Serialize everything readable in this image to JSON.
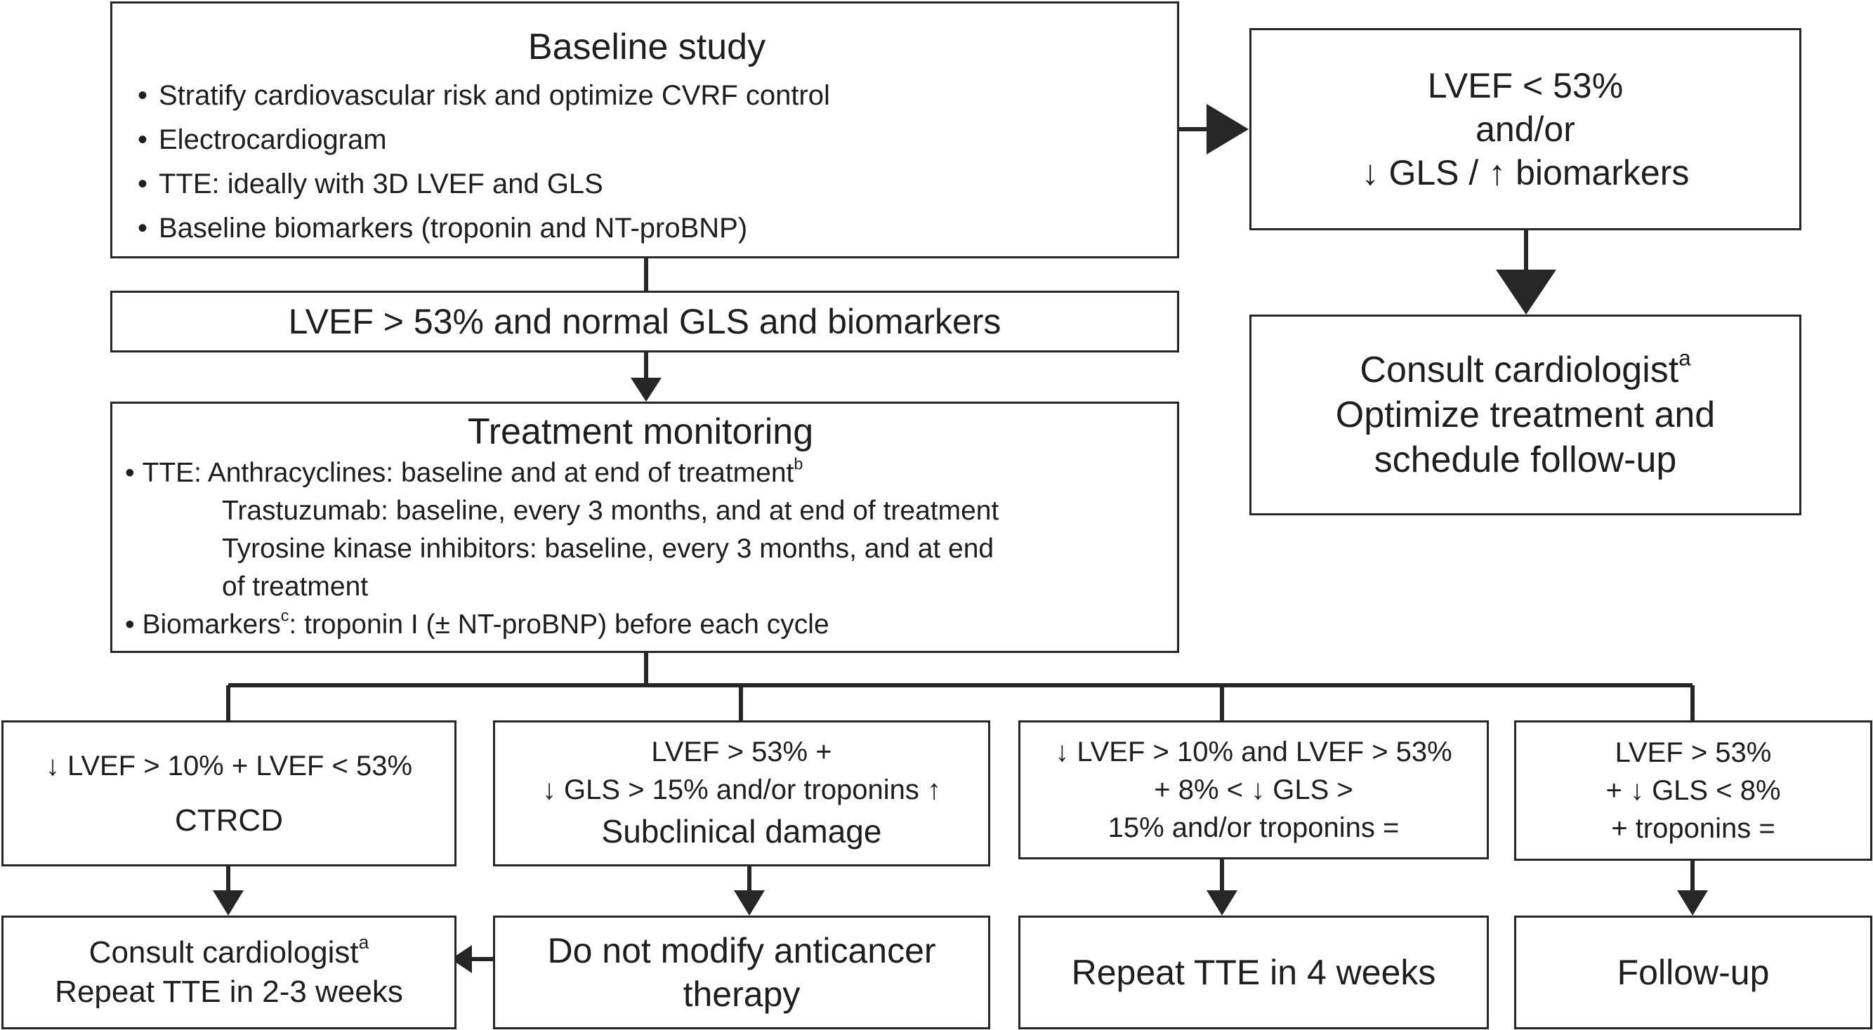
{
  "colors": {
    "line": "#262626",
    "text": "#1e1e1e",
    "background": "#ffffff"
  },
  "baseline": {
    "title": "Baseline study",
    "items": [
      "Stratify cardiovascular risk and optimize CVRF control",
      "Electrocardiogram",
      "TTE: ideally with 3D LVEF and GLS",
      "Baseline biomarkers (troponin and NT-proBNP)"
    ]
  },
  "normal": {
    "text": "LVEF > 53% and normal GLS and biomarkers"
  },
  "abnormal": {
    "line1": "LVEF < 53%",
    "line2": "and/or",
    "line3": "↓ GLS / ↑ biomarkers"
  },
  "consult_top": {
    "line1": "Consult cardiologist",
    "line1_sup": "a",
    "line2": "Optimize treatment and",
    "line3": "schedule follow-up"
  },
  "monitoring": {
    "title": "Treatment monitoring",
    "tte_prefix": "TTE: ",
    "tte_line1": "Anthracyclines: baseline and at end of treatment",
    "tte_line1_sup": "b",
    "tte_line2": "Trastuzumab: baseline, every 3 months, and at end of treatment",
    "tte_line3": "Tyrosine kinase inhibitors: baseline, every 3 months, and at end",
    "tte_line4": "of treatment",
    "bio_prefix": "Biomarkers",
    "bio_sup": "c",
    "bio_text": ": troponin I (± NT-proBNP) before each cycle"
  },
  "branches": [
    {
      "line1": "↓ LVEF > 10% + LVEF < 53%",
      "line2": "CTRCD"
    },
    {
      "line1": "LVEF > 53% +",
      "line2": "↓ GLS > 15% and/or troponins ↑",
      "line3": "Subclinical damage"
    },
    {
      "line1": "↓ LVEF > 10% and LVEF > 53%",
      "line2": "+ 8% < ↓ GLS >",
      "line3": "15% and/or troponins ="
    },
    {
      "line1": "LVEF > 53%",
      "line2": "+ ↓ GLS < 8%",
      "line3": "+ troponins ="
    }
  ],
  "outcomes": [
    {
      "line1": "Consult cardiologist",
      "line1_sup": "a",
      "line2": "Repeat TTE in 2-3 weeks"
    },
    {
      "line1": "Do not modify anticancer",
      "line2": "therapy"
    },
    {
      "line1": "Repeat TTE in 4 weeks"
    },
    {
      "line1": "Follow-up"
    }
  ]
}
